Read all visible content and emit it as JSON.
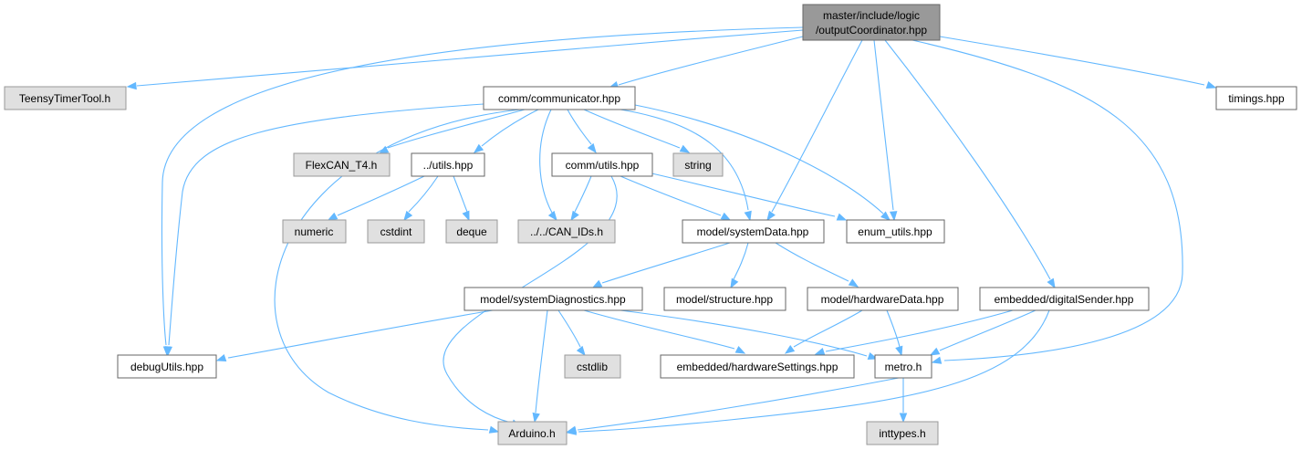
{
  "graph": {
    "root": {
      "line1": "master/include/logic",
      "line2": "/outputCoordinator.hpp"
    },
    "nodes": {
      "teensy": "TeensyTimerTool.h",
      "communicator": "comm/communicator.hpp",
      "timings": "timings.hpp",
      "flexcan": "FlexCAN_T4.h",
      "utils": "../utils.hpp",
      "commutils": "comm/utils.hpp",
      "string": "string",
      "numeric": "numeric",
      "cstdint": "cstdint",
      "deque": "deque",
      "canids": "../../CAN_IDs.h",
      "systemdata": "model/systemData.hpp",
      "enumutils": "enum_utils.hpp",
      "sysdiag": "model/systemDiagnostics.hpp",
      "structure": "model/structure.hpp",
      "hwdata": "model/hardwareData.hpp",
      "digitalsender": "embedded/digitalSender.hpp",
      "debugutils": "debugUtils.hpp",
      "cstdlib": "cstdlib",
      "hwsettings": "embedded/hardwareSettings.hpp",
      "metro": "metro.h",
      "arduino": "Arduino.h",
      "inttypes": "inttypes.h"
    }
  },
  "colors": {
    "edge": "#63b8ff",
    "root_fill": "#999999",
    "system_fill": "#e0e0e0",
    "local_fill": "#ffffff",
    "border": "#666666"
  }
}
